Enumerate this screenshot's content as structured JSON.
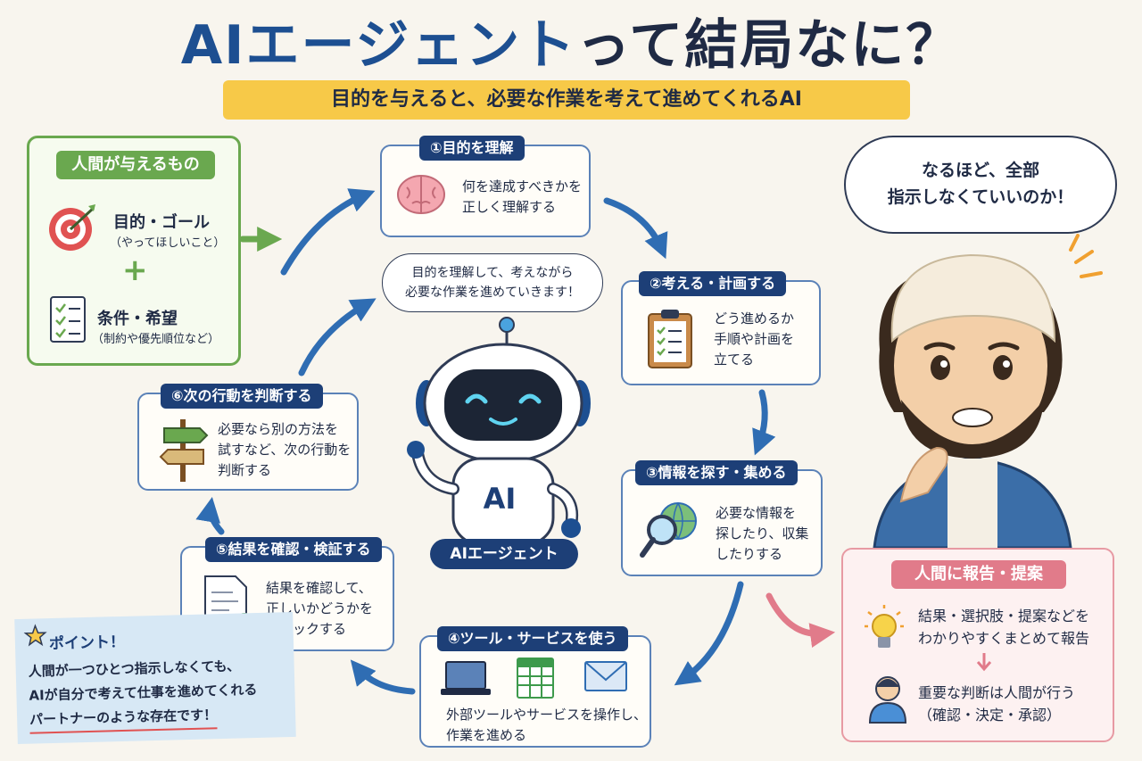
{
  "title": {
    "ai": "AIエージェント",
    "rest": "って結局なに？"
  },
  "subtitle": "目的を与えると、必要な作業を考えて進めてくれるAI",
  "human_input": {
    "heading": "人間が与えるもの",
    "goal_label": "目的・ゴール",
    "goal_sub": "（やってほしいこと）",
    "plus": "+",
    "condition_label": "条件・希望",
    "condition_sub": "（制約や優先順位など）"
  },
  "steps": [
    {
      "label": "①目的を理解",
      "text": [
        "何を達成すべきかを",
        "正しく理解する"
      ]
    },
    {
      "label": "②考える・計画する",
      "text": [
        "どう進めるか",
        "手順や計画を",
        "立てる"
      ]
    },
    {
      "label": "③情報を探す・集める",
      "text": [
        "必要な情報を",
        "探したり、収集",
        "したりする"
      ]
    },
    {
      "label": "④ツール・サービスを使う",
      "text": [
        "外部ツールやサービスを操作し、",
        "作業を進める"
      ]
    },
    {
      "label": "⑤結果を確認・検証する",
      "text": [
        "結果を確認して、",
        "正しいかどうかを",
        "チェックする"
      ]
    },
    {
      "label": "⑥次の行動を判断する",
      "text": [
        "必要なら別の方法を",
        "試すなど、次の行動を",
        "判断する"
      ]
    }
  ],
  "robot": {
    "speech": [
      "目的を理解して、考えながら",
      "必要な作業を進めていきます！"
    ],
    "chest": "AI",
    "name": "AIエージェント"
  },
  "person_speech": [
    "なるほど、全部",
    "指示しなくていいのか！"
  ],
  "report": {
    "heading": "人間に報告・提案",
    "text": [
      "結果・選択肢・提案などを",
      "わかりやすくまとめて報告"
    ],
    "decision": [
      "重要な判断は人間が行う",
      "（確認・決定・承認）"
    ]
  },
  "point": {
    "heading": "ポイント！",
    "lines": [
      "人間が一つひとつ指示しなくても、",
      "AIが自分で考えて仕事を進めてくれる",
      "パートナーのような存在です！"
    ]
  },
  "colors": {
    "navy": "#1d3f77",
    "blue": "#2f6db3",
    "green": "#6aa84f",
    "pink": "#e17b8a",
    "yellow": "#f7c948"
  }
}
